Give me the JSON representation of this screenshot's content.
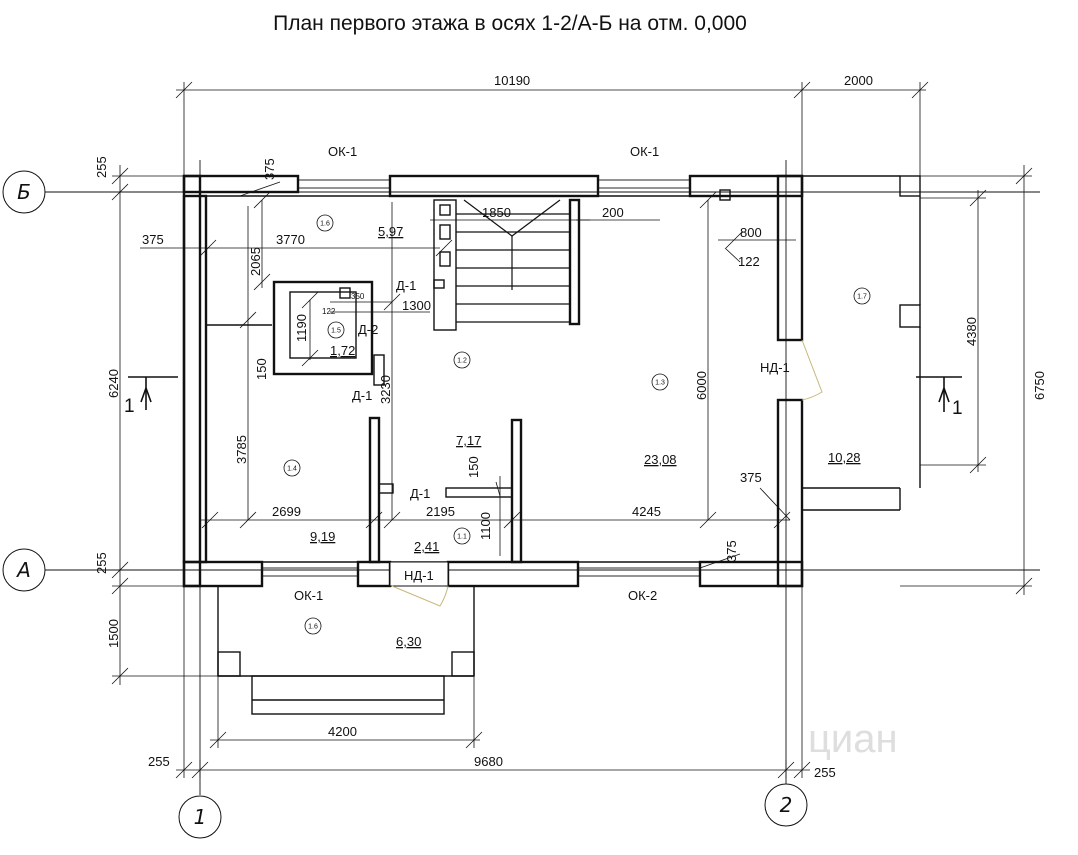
{
  "title": "План первого этажа  в осях 1-2/А-Б на отм. 0,000",
  "axes": {
    "b": "Б",
    "a": "А",
    "one": "1",
    "two": "2"
  },
  "section_marks": {
    "left": "1",
    "right": "1"
  },
  "dimensions": {
    "top_overall": "10190",
    "top_right": "2000",
    "left_255_top": "255",
    "left_255_bottom": "255",
    "left_6240": "6240",
    "left_1500": "1500",
    "bottom_4200": "4200",
    "bottom_9680": "9680",
    "bottom_255_left": "255",
    "bottom_255_right": "255",
    "right_6750": "6750",
    "right_4380": "4380",
    "d375_top": "375",
    "d375_left": "375",
    "d3770": "3770",
    "d2065": "2065",
    "d1850": "1850",
    "d200": "200",
    "d800": "800",
    "d122_right": "122",
    "d1300": "1300",
    "d350": "350",
    "d122_small": "122",
    "d1190": "1190",
    "d150_left": "150",
    "d3230": "3230",
    "d3785": "3785",
    "d6000": "6000",
    "d150_mid": "150",
    "d1100": "1100",
    "d2699": "2699",
    "d2195": "2195",
    "d4245": "4245",
    "d375_right": "375",
    "d375_bottom": "375"
  },
  "openings": {
    "ok1_top_left": "ОК-1",
    "ok1_top_right": "ОК-1",
    "ok1_bottom": "ОК-1",
    "ok2_bottom": "ОК-2",
    "nd1_right": "НД-1",
    "nd1_bottom": "НД-1",
    "d1_top": "Д-1",
    "d2": "Д-2",
    "d1_left": "Д-1",
    "d1_center": "Д-1"
  },
  "areas": {
    "a597": "5,97",
    "a172": "1,72",
    "a717": "7,17",
    "a2308": "23,08",
    "a1028": "10,28",
    "a919": "9,19",
    "a241": "2,41",
    "a630": "6,30"
  },
  "room_ids": {
    "r16_top": "1.6",
    "r15": "1.5",
    "r12": "1.2",
    "r13": "1.3",
    "r14": "1.4",
    "r17": "1.7",
    "r11": "1.1",
    "r16_porch": "1.6"
  },
  "watermark": "циан",
  "colors": {
    "ink": "#111111",
    "door": "#c8b878",
    "watermark": "#dedede"
  }
}
